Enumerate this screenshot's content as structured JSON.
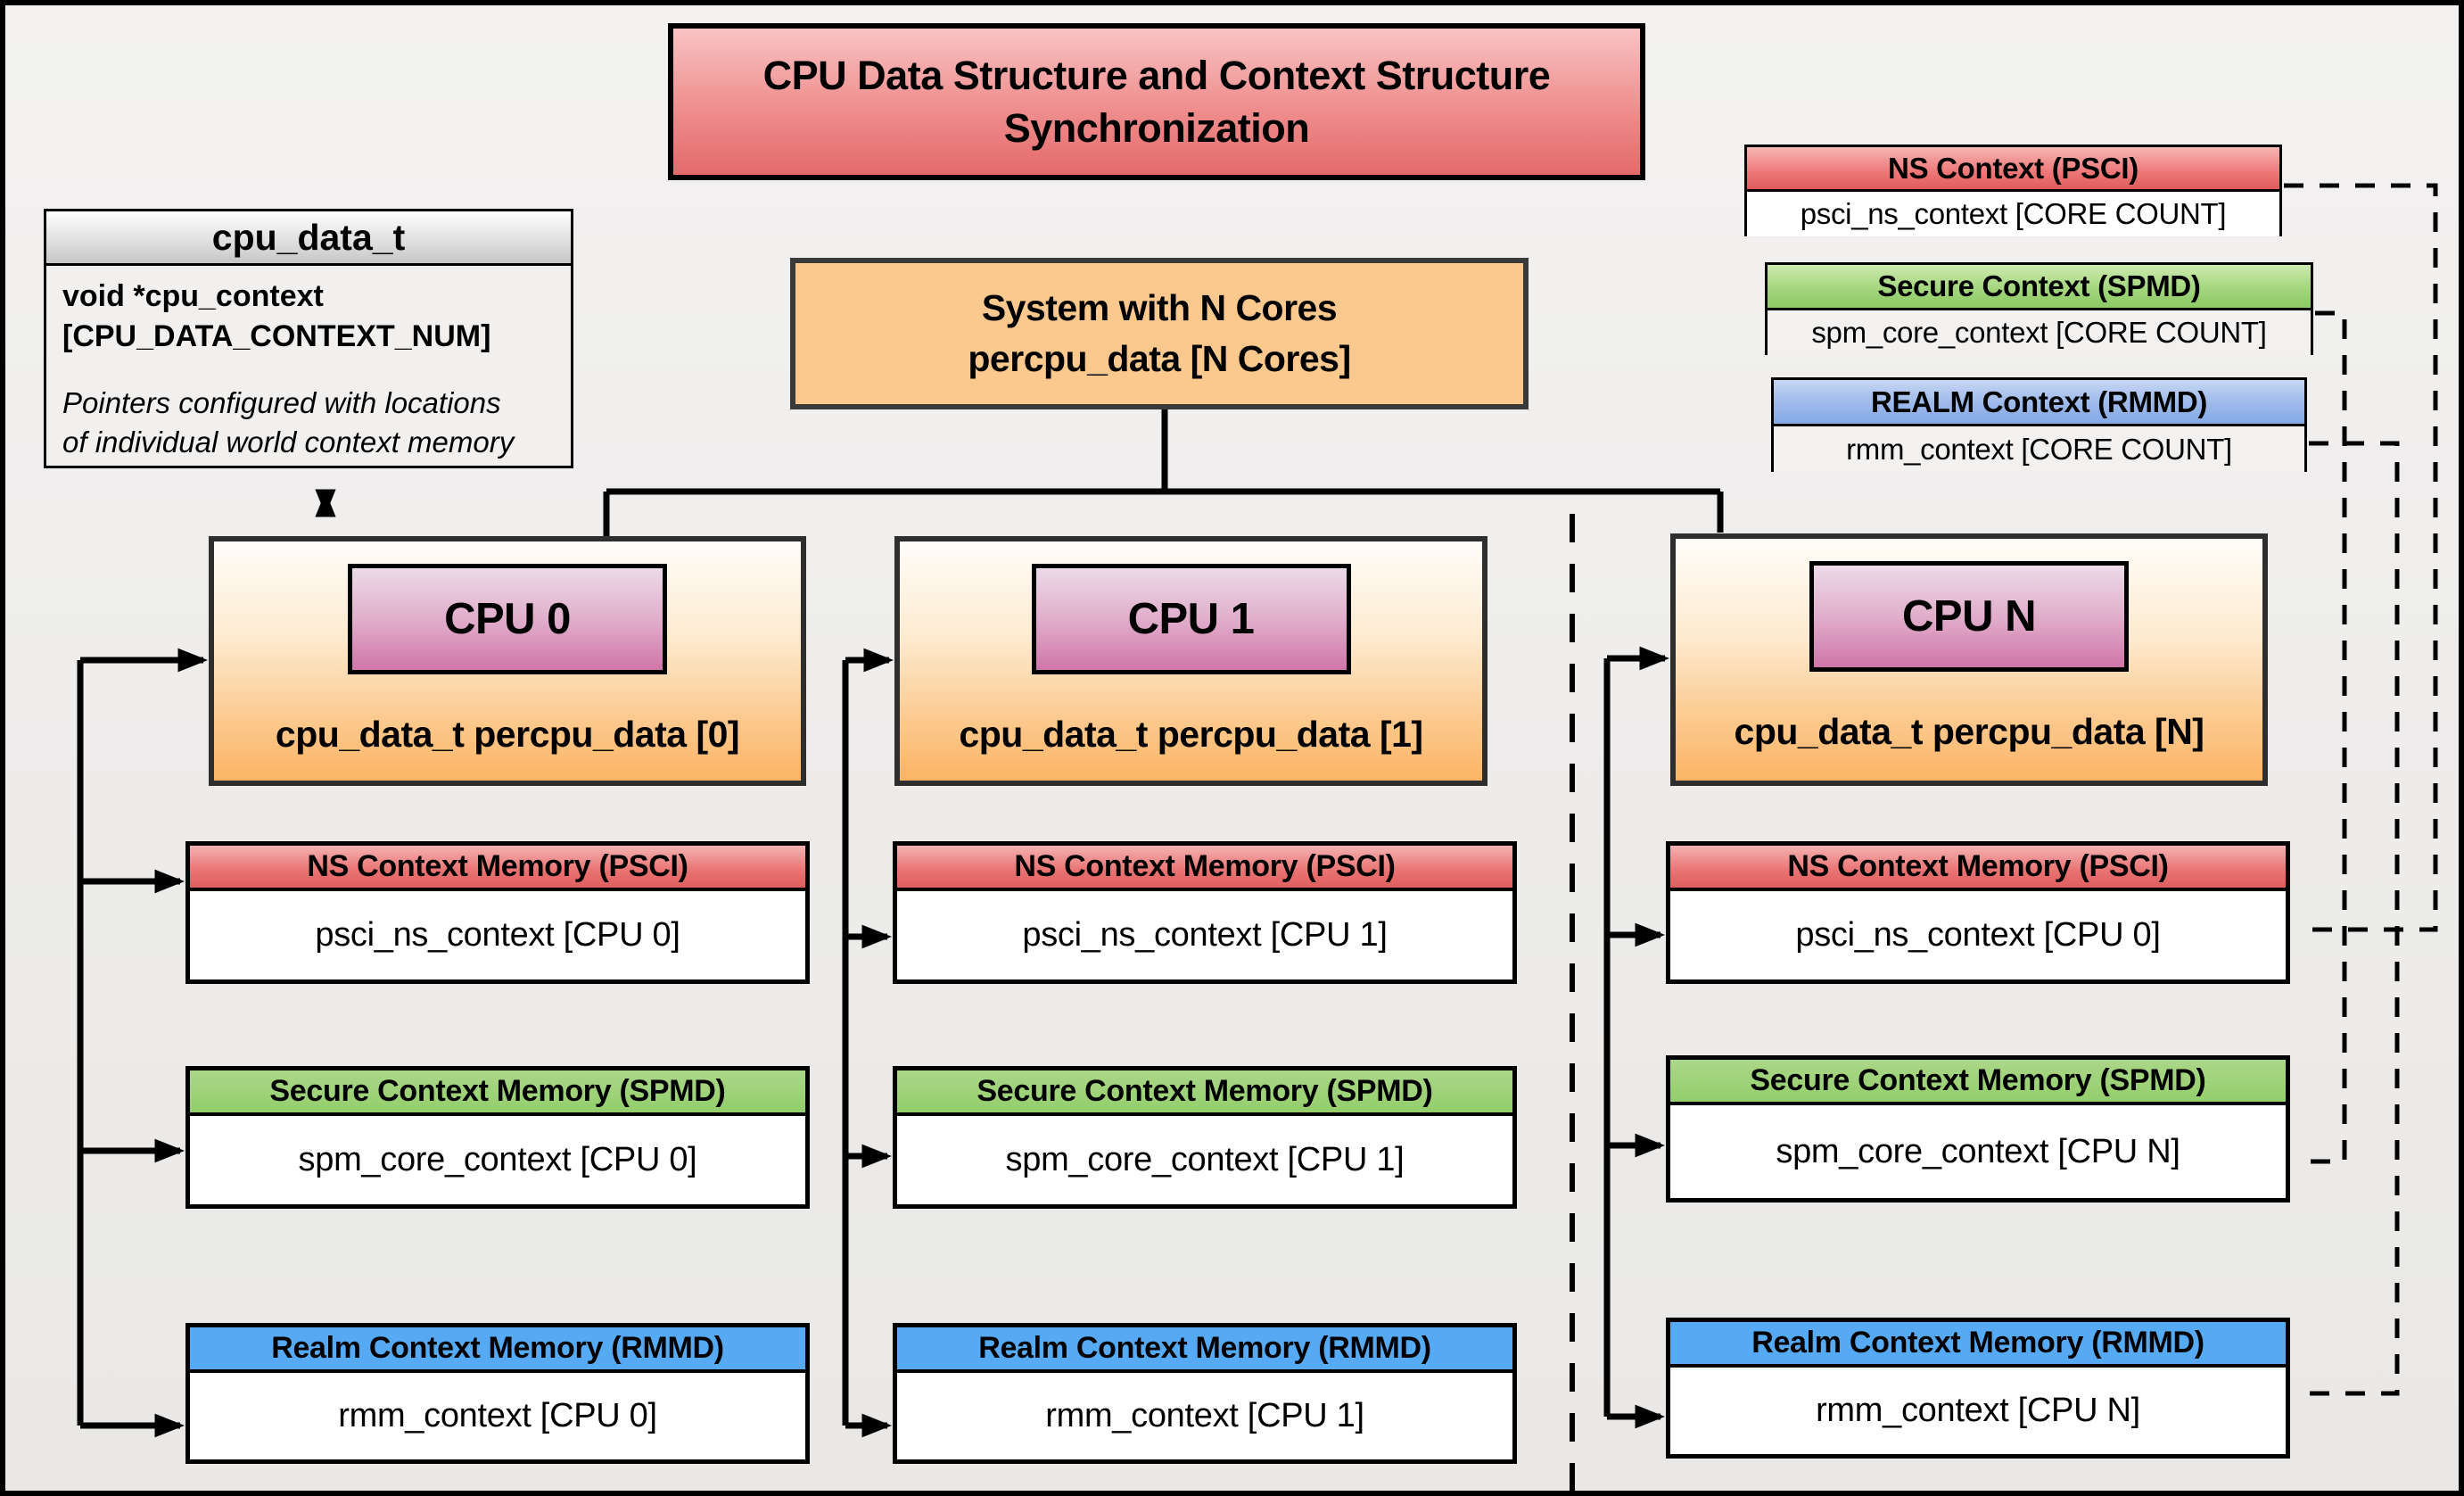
{
  "page_title": {
    "line1": "CPU Data Structure and Context Structure",
    "line2": "Synchronization"
  },
  "cpu_data_struct": {
    "header": "cpu_data_t",
    "field_line1": "void  *cpu_context",
    "field_line2": "[CPU_DATA_CONTEXT_NUM]",
    "note_line1": "Pointers configured with locations",
    "note_line2": "of individual world context memory"
  },
  "system_box": {
    "line1": "System with N Cores",
    "line2": "percpu_data [N Cores]"
  },
  "legend": [
    {
      "header": "NS Context  (PSCI)",
      "body": "psci_ns_context [CORE COUNT]"
    },
    {
      "header": "Secure Context (SPMD)",
      "body": "spm_core_context [CORE COUNT]"
    },
    {
      "header": "REALM Context (RMMD)",
      "body": "rmm_context [CORE COUNT]"
    }
  ],
  "cpus": [
    {
      "label": "CPU 0",
      "data_field": "cpu_data_t percpu_data [0]",
      "contexts": [
        {
          "header": "NS Context Memory (PSCI)",
          "body": "psci_ns_context [CPU 0]"
        },
        {
          "header": "Secure Context Memory (SPMD)",
          "body": "spm_core_context [CPU 0]"
        },
        {
          "header": "Realm Context Memory (RMMD)",
          "body": "rmm_context [CPU 0]"
        }
      ]
    },
    {
      "label": "CPU 1",
      "data_field": "cpu_data_t percpu_data [1]",
      "contexts": [
        {
          "header": "NS Context Memory (PSCI)",
          "body": "psci_ns_context [CPU 1]"
        },
        {
          "header": "Secure Context Memory (SPMD)",
          "body": "spm_core_context [CPU 1]"
        },
        {
          "header": "Realm Context Memory (RMMD)",
          "body": "rmm_context [CPU 1]"
        }
      ]
    },
    {
      "label": "CPU N",
      "data_field": "cpu_data_t percpu_data [N]",
      "contexts": [
        {
          "header": "NS Context Memory (PSCI)",
          "body": "psci_ns_context [CPU 0]"
        },
        {
          "header": "Secure Context Memory (SPMD)",
          "body": "spm_core_context [CPU N]"
        },
        {
          "header": "Realm Context Memory (RMMD)",
          "body": "rmm_context [CPU N]"
        }
      ]
    }
  ],
  "colors": {
    "red_header": "#df5f5f",
    "green_header": "#93ce6b",
    "blue_header": "#55aaf3",
    "cpu_box_orange": "#fbb465",
    "system_orange": "#fbc88e",
    "cpu_label_pink": "#d076a8",
    "struct_header_gray": "#c6c6c6",
    "background": "#eeedec"
  }
}
